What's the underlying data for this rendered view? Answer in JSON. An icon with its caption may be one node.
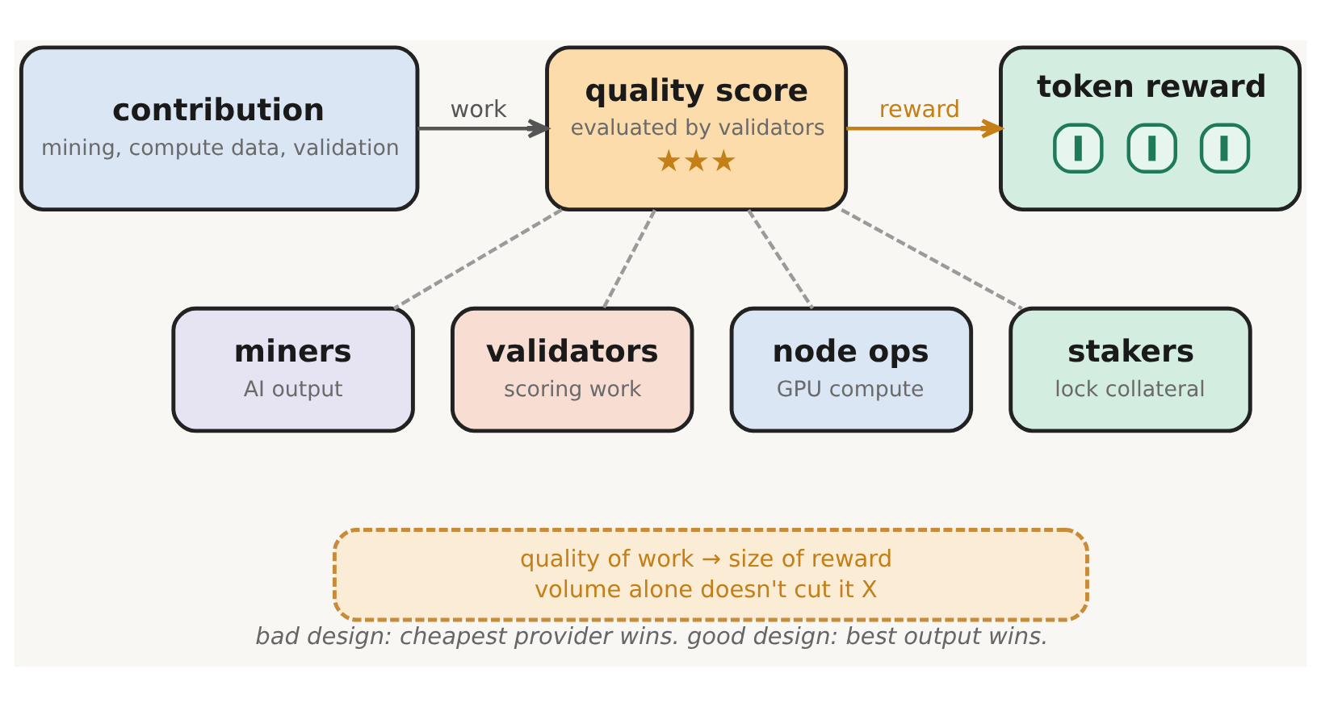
{
  "diagram": {
    "caption": "bad design: cheapest provider wins. good design: best output wins.",
    "nodes": [
      {
        "text": [
          "contribution",
          "mining, compute data, validation"
        ]
      },
      {
        "text": [
          "quality score",
          "evaluated by validators",
          "★★★"
        ]
      },
      {
        "text": [
          "token reward"
        ]
      },
      {
        "text": [
          "miners",
          "AI output"
        ]
      },
      {
        "text": [
          "validators",
          "scoring work"
        ]
      },
      {
        "text": [
          "node ops",
          "GPU compute"
        ]
      },
      {
        "text": [
          "stakers",
          "lock collateral"
        ]
      },
      {
        "text": [
          "quality of work → size of reward",
          "volume alone doesn't cut it X"
        ]
      }
    ],
    "edges": [
      {
        "from": 0,
        "to": 1,
        "arrow": "to",
        "label": "work",
        "color": "#555555"
      },
      {
        "from": 1,
        "to": 2,
        "arrow": "to",
        "label": "reward",
        "color": "#c47f17"
      },
      {
        "from": 1,
        "to": 3,
        "arrow": "none",
        "style": "dashed"
      },
      {
        "from": 1,
        "to": 4,
        "arrow": "none",
        "style": "dashed"
      },
      {
        "from": 1,
        "to": 5,
        "arrow": "none",
        "style": "dashed"
      },
      {
        "from": 1,
        "to": 6,
        "arrow": "none",
        "style": "dashed"
      }
    ]
  }
}
